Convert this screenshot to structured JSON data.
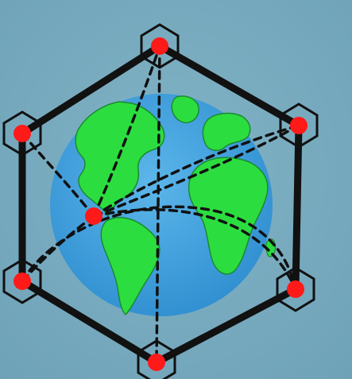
{
  "illustration": {
    "subject": "globe-network-hexagon",
    "background_color": "#78abbf",
    "globe": {
      "ocean_color": "#3fa0d9",
      "land_color": "#2cdd3f",
      "land_outline_color": "#1a8a30"
    },
    "network": {
      "frame_color": "#111111",
      "node_color": "#ff1a1a",
      "node_ring_color": "#111111",
      "link_style": "dashed",
      "node_count": 7,
      "frame_nodes": 6
    }
  }
}
